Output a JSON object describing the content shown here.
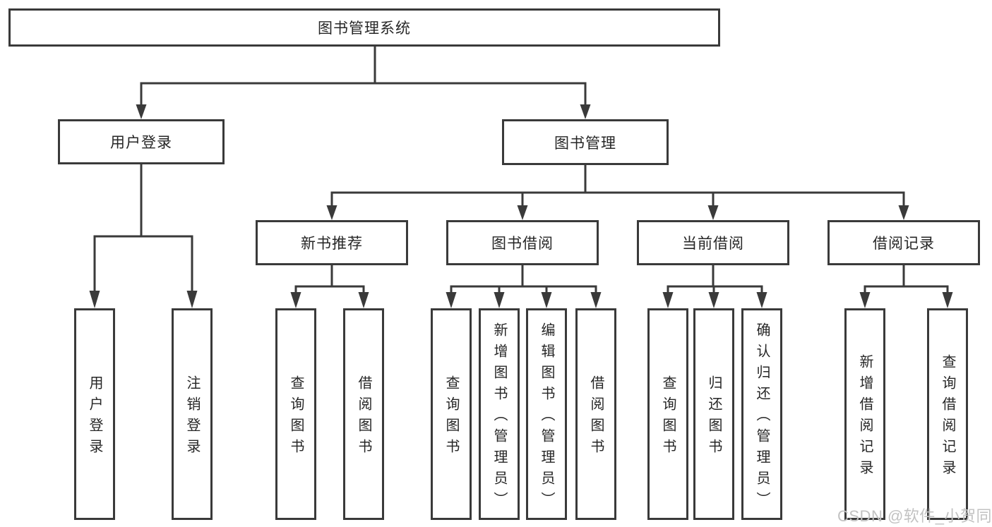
{
  "colors": {
    "line": "#3a3a3a",
    "text": "#262626",
    "background": "#ffffff",
    "watermark": "#c2c2c2"
  },
  "tree": {
    "root": "图书管理系统",
    "l1": [
      {
        "label": "用户登录"
      },
      {
        "label": "图书管理"
      }
    ],
    "l2": [
      {
        "label": "新书推荐"
      },
      {
        "label": "图书借阅"
      },
      {
        "label": "当前借阅"
      },
      {
        "label": "借阅记录"
      }
    ],
    "leaves": {
      "login": [
        "用户登录",
        "注销登录"
      ],
      "newbook": [
        "查询图书",
        "借阅图书"
      ],
      "borrow": [
        "查询图书",
        "新增图书（管理员）",
        "编辑图书（管理员）",
        "借阅图书"
      ],
      "current": [
        "查询图书",
        "归还图书",
        "确认归还（管理员）"
      ],
      "records": [
        "新增借阅记录",
        "查询借阅记录"
      ]
    }
  },
  "watermark": "CSDN @软件_小贺同学"
}
